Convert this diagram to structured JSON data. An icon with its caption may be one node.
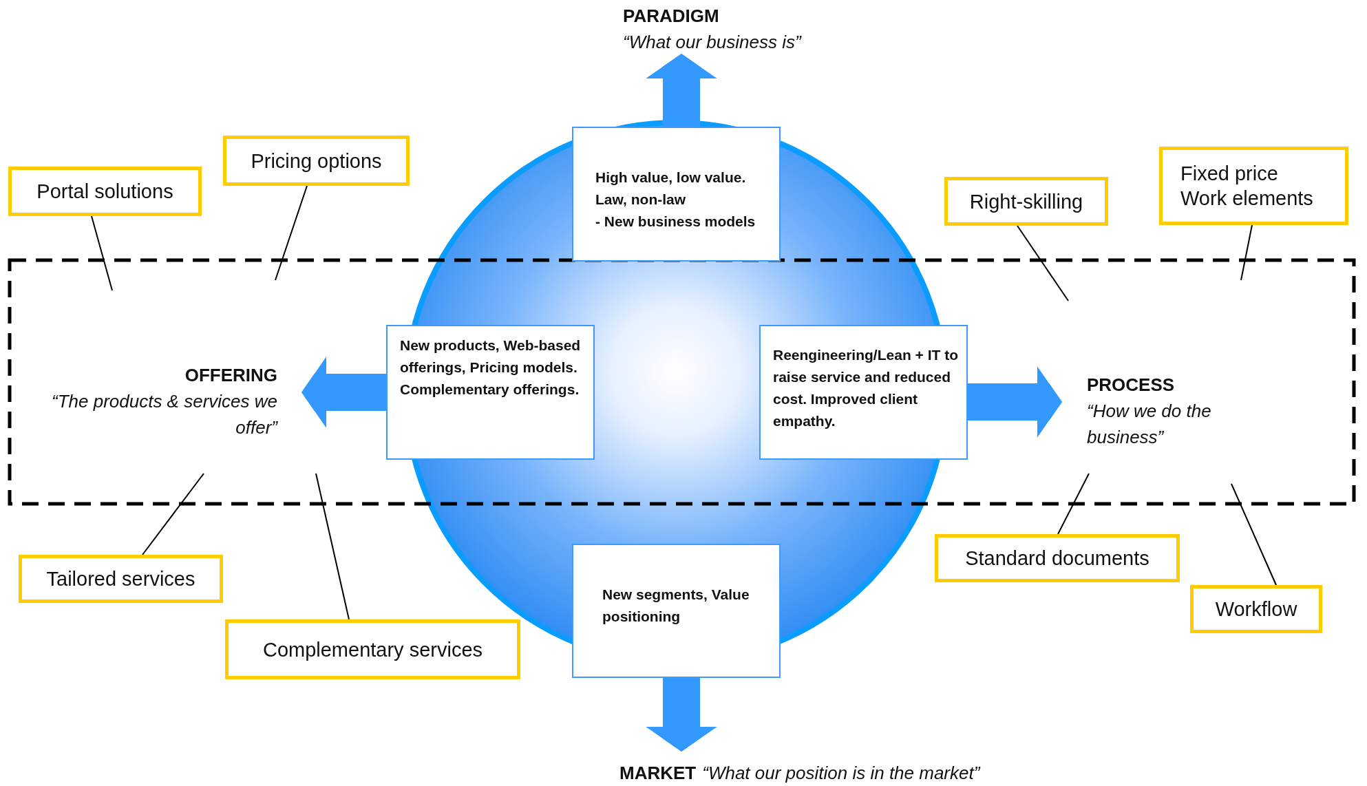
{
  "diagram": {
    "nodes": [
      {
        "text": [
          "PARADIGM",
          "“What our business is”"
        ]
      },
      {
        "text": [
          "High value, low value. Law, non-law",
          "- New business models"
        ]
      },
      {
        "text": [
          "OFFERING",
          "“The products & services we offer”"
        ]
      },
      {
        "text": [
          "New products, Web-based offerings, Pricing models. Complementary offerings."
        ]
      },
      {
        "text": [
          "Reengineering/Lean + IT to raise service and reduced cost. Improved client empathy."
        ]
      },
      {
        "text": [
          "PROCESS",
          "“How we do the business”"
        ]
      },
      {
        "text": [
          "New segments, Value positioning"
        ]
      },
      {
        "text": [
          "MARKET",
          "“What our position is in the market”"
        ]
      },
      {
        "text": [
          "Portal solutions"
        ]
      },
      {
        "text": [
          "Pricing options"
        ]
      },
      {
        "text": [
          "Tailored services"
        ]
      },
      {
        "text": [
          "Complementary services"
        ]
      },
      {
        "text": [
          "Right-skilling"
        ]
      },
      {
        "text": [
          "Fixed price Work elements"
        ]
      },
      {
        "text": [
          "Standard documents"
        ]
      },
      {
        "text": [
          "Workflow"
        ]
      }
    ],
    "edges": [
      {
        "from": 1,
        "to": 0,
        "arrow": "to",
        "style": "thick",
        "color": "#3399ff"
      },
      {
        "from": 3,
        "to": 2,
        "arrow": "to",
        "style": "thick",
        "color": "#3399ff"
      },
      {
        "from": 4,
        "to": 5,
        "arrow": "to",
        "style": "thick",
        "color": "#3399ff"
      },
      {
        "from": 6,
        "to": 7,
        "arrow": "to",
        "style": "thick",
        "color": "#3399ff"
      },
      {
        "from": 8,
        "to": null,
        "arrow": "none"
      },
      {
        "from": 9,
        "to": null,
        "arrow": "none"
      },
      {
        "from": 10,
        "to": null,
        "arrow": "none"
      },
      {
        "from": 11,
        "to": null,
        "arrow": "none"
      },
      {
        "from": 12,
        "to": null,
        "arrow": "none"
      },
      {
        "from": 13,
        "to": null,
        "arrow": "none"
      },
      {
        "from": 14,
        "to": null,
        "arrow": "none"
      },
      {
        "from": 15,
        "to": null,
        "arrow": "none"
      }
    ]
  }
}
